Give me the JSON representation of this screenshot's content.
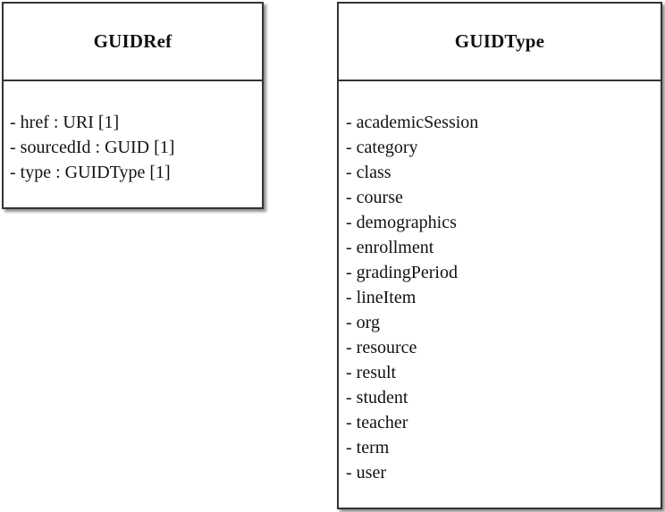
{
  "classes": [
    {
      "name": "GUIDRef",
      "attributes": [
        "- href : URI [1]",
        "- sourcedId : GUID [1]",
        "- type : GUIDType [1]"
      ]
    },
    {
      "name": "GUIDType",
      "attributes": [
        "- academicSession",
        "- category",
        "- class",
        "- course",
        "- demographics",
        "- enrollment",
        "- gradingPeriod",
        "- lineItem",
        "- org",
        "- resource",
        "- result",
        "- student",
        "- teacher",
        "- term",
        "- user"
      ]
    }
  ]
}
